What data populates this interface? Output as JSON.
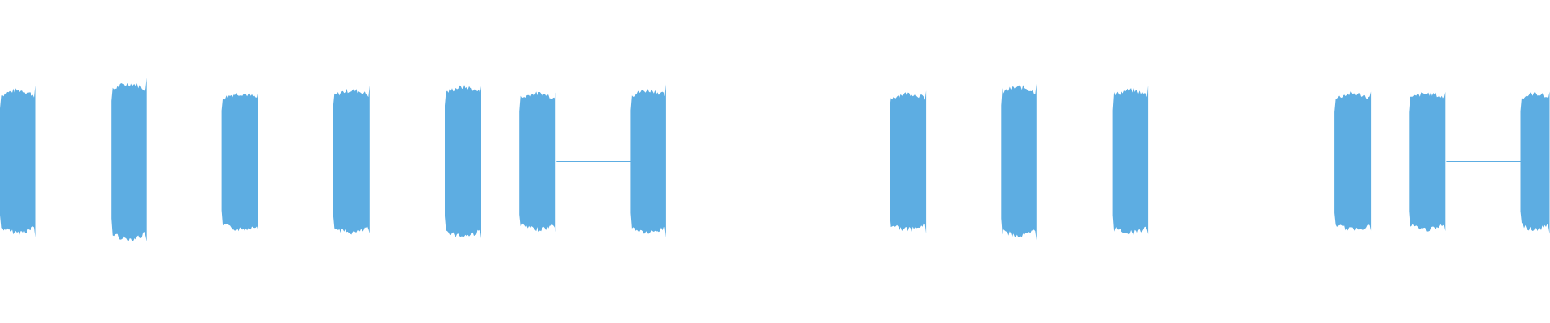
{
  "waveform": {
    "color": "#5dade2",
    "background": "#ffffff",
    "center_level": 0.5,
    "clips": [
      {
        "start": 0.0,
        "end": 0.023,
        "level": 0.22
      },
      {
        "start": 0.072,
        "end": 0.095,
        "level": 0.24
      },
      {
        "start": 0.143,
        "end": 0.167,
        "level": 0.21
      },
      {
        "start": 0.215,
        "end": 0.239,
        "level": 0.22
      },
      {
        "start": 0.287,
        "end": 0.311,
        "level": 0.23
      },
      {
        "start": 0.335,
        "end": 0.359,
        "level": 0.21
      },
      {
        "start": 0.407,
        "end": 0.43,
        "level": 0.22
      },
      {
        "start": 0.574,
        "end": 0.598,
        "level": 0.21
      },
      {
        "start": 0.646,
        "end": 0.669,
        "level": 0.23
      },
      {
        "start": 0.718,
        "end": 0.741,
        "level": 0.22
      },
      {
        "start": 0.861,
        "end": 0.885,
        "level": 0.21
      },
      {
        "start": 0.909,
        "end": 0.933,
        "level": 0.21
      },
      {
        "start": 0.981,
        "end": 1.0,
        "level": 0.21
      }
    ],
    "silent_gaps": [
      {
        "start": 0.359,
        "end": 0.407
      },
      {
        "start": 0.933,
        "end": 0.981
      }
    ]
  }
}
